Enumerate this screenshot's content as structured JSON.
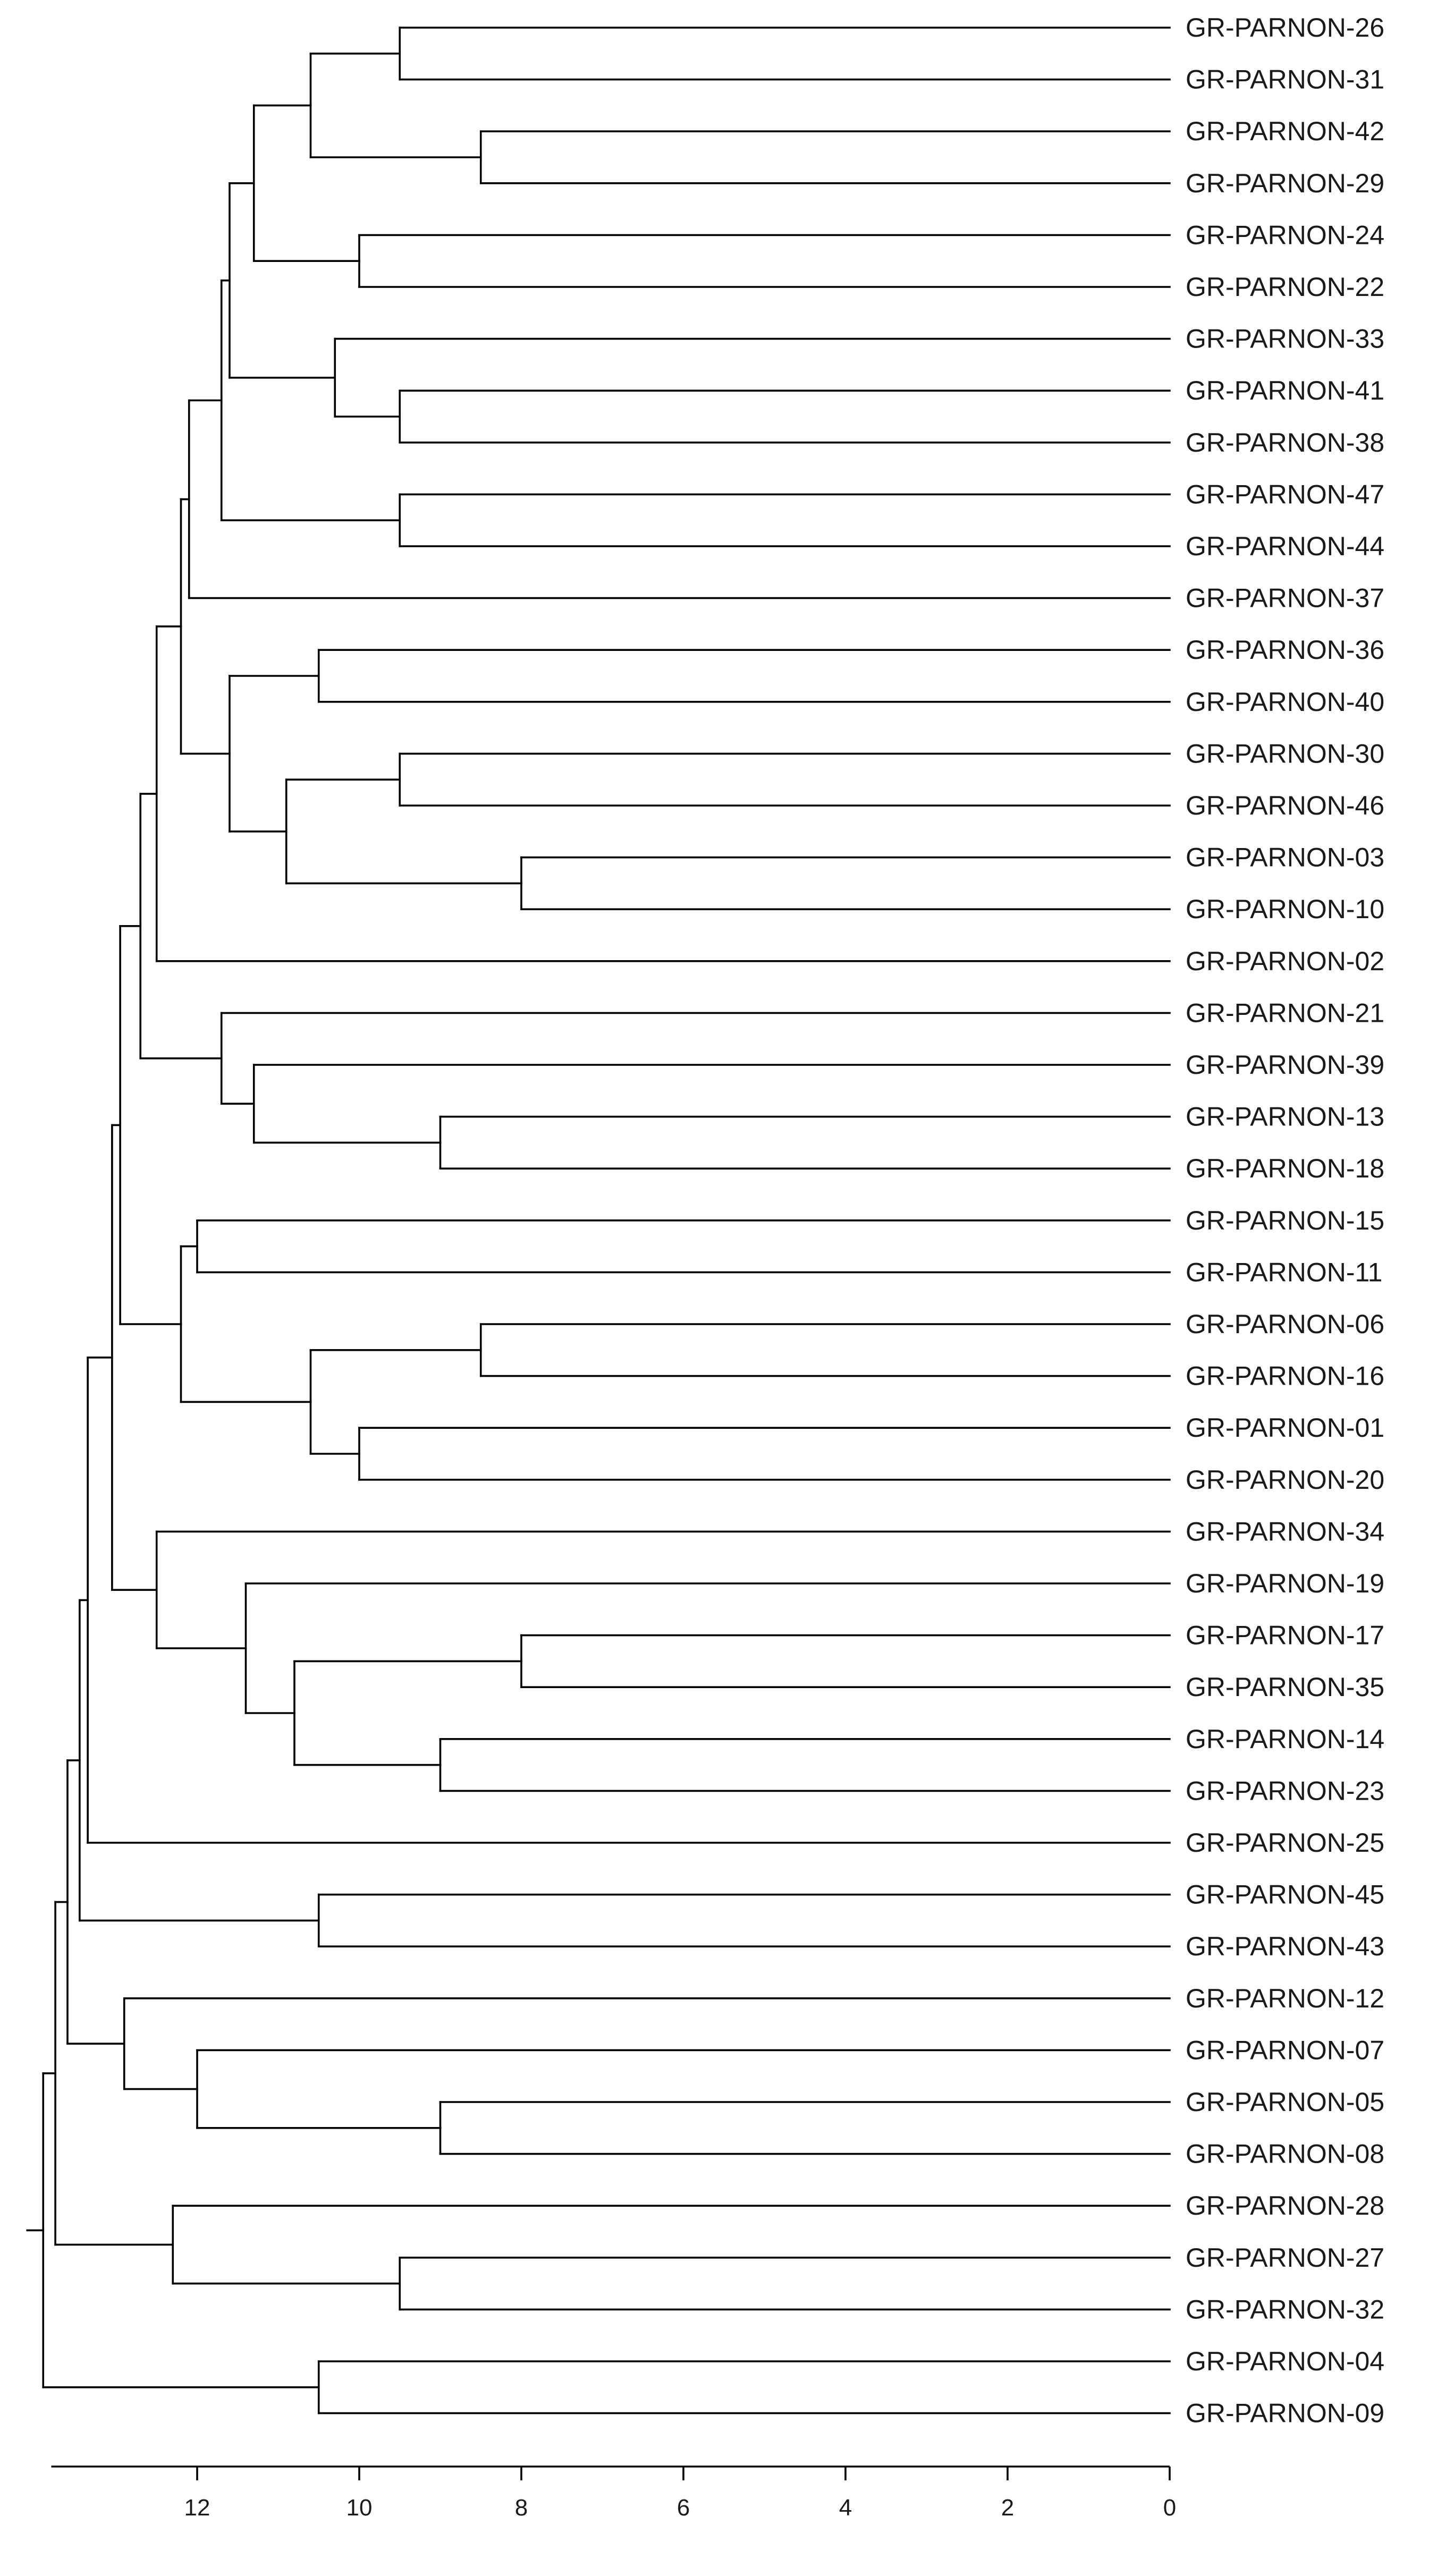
{
  "axis": {
    "min": 0,
    "max": 13.8,
    "ticks": [
      12,
      10,
      8,
      6,
      4,
      2,
      0
    ],
    "tick_labels": [
      "12",
      "10",
      "8",
      "6",
      "4",
      "2",
      "0"
    ]
  },
  "leaves": [
    "GR-PARNON-26",
    "GR-PARNON-31",
    "GR-PARNON-42",
    "GR-PARNON-29",
    "GR-PARNON-24",
    "GR-PARNON-22",
    "GR-PARNON-33",
    "GR-PARNON-41",
    "GR-PARNON-38",
    "GR-PARNON-47",
    "GR-PARNON-44",
    "GR-PARNON-37",
    "GR-PARNON-36",
    "GR-PARNON-40",
    "GR-PARNON-30",
    "GR-PARNON-46",
    "GR-PARNON-03",
    "GR-PARNON-10",
    "GR-PARNON-02",
    "GR-PARNON-21",
    "GR-PARNON-39",
    "GR-PARNON-13",
    "GR-PARNON-18",
    "GR-PARNON-15",
    "GR-PARNON-11",
    "GR-PARNON-06",
    "GR-PARNON-16",
    "GR-PARNON-01",
    "GR-PARNON-20",
    "GR-PARNON-34",
    "GR-PARNON-19",
    "GR-PARNON-17",
    "GR-PARNON-35",
    "GR-PARNON-14",
    "GR-PARNON-23",
    "GR-PARNON-25",
    "GR-PARNON-45",
    "GR-PARNON-43",
    "GR-PARNON-12",
    "GR-PARNON-07",
    "GR-PARNON-05",
    "GR-PARNON-08",
    "GR-PARNON-28",
    "GR-PARNON-27",
    "GR-PARNON-32",
    "GR-PARNON-04",
    "GR-PARNON-09"
  ],
  "tree": {
    "h": 13.9,
    "c": [
      {
        "h": 13.75,
        "c": [
          {
            "h": 13.6,
            "c": [
              {
                "h": 13.45,
                "c": [
                  {
                    "h": 13.35,
                    "c": [
                      {
                        "h": 13.05,
                        "c": [
                          {
                            "h": 12.95,
                            "c": [
                              {
                                "h": 12.7,
                                "c": [
                                  {
                                    "h": 12.5,
                                    "c": [
                                      {
                                        "h": 12.2,
                                        "c": [
                                          {
                                            "h": 12.1,
                                            "c": [
                                              {
                                                "h": 11.7,
                                                "c": [
                                                  {
                                                    "h": 11.6,
                                                    "c": [
                                                      {
                                                        "h": 11.3,
                                                        "c": [
                                                          {
                                                            "h": 10.6,
                                                            "c": [
                                                              {
                                                                "h": 9.5,
                                                                "c": [
                                                                  {
                                                                    "l": 0
                                                                  },
                                                                  {
                                                                    "l": 1
                                                                  }
                                                                ]
                                                              },
                                                              {
                                                                "h": 8.5,
                                                                "c": [
                                                                  {
                                                                    "l": 2
                                                                  },
                                                                  {
                                                                    "l": 3
                                                                  }
                                                                ]
                                                              }
                                                            ]
                                                          },
                                                          {
                                                            "h": 10.0,
                                                            "c": [
                                                              {
                                                                "l": 4
                                                              },
                                                              {
                                                                "l": 5
                                                              }
                                                            ]
                                                          }
                                                        ]
                                                      },
                                                      {
                                                        "h": 10.3,
                                                        "c": [
                                                          {
                                                            "l": 6
                                                          },
                                                          {
                                                            "h": 9.5,
                                                            "c": [
                                                              {
                                                                "l": 7
                                                              },
                                                              {
                                                                "l": 8
                                                              }
                                                            ]
                                                          }
                                                        ]
                                                      }
                                                    ]
                                                  },
                                                  {
                                                    "h": 9.5,
                                                    "c": [
                                                      {
                                                        "l": 9
                                                      },
                                                      {
                                                        "l": 10
                                                      }
                                                    ]
                                                  }
                                                ]
                                              },
                                              {
                                                "l": 11
                                              }
                                            ]
                                          },
                                          {
                                            "h": 11.6,
                                            "c": [
                                              {
                                                "h": 10.5,
                                                "c": [
                                                  {
                                                    "l": 12
                                                  },
                                                  {
                                                    "l": 13
                                                  }
                                                ]
                                              },
                                              {
                                                "h": 10.9,
                                                "c": [
                                                  {
                                                    "h": 9.5,
                                                    "c": [
                                                      {
                                                        "l": 14
                                                      },
                                                      {
                                                        "l": 15
                                                      }
                                                    ]
                                                  },
                                                  {
                                                    "h": 8.0,
                                                    "c": [
                                                      {
                                                        "l": 16
                                                      },
                                                      {
                                                        "l": 17
                                                      }
                                                    ]
                                                  }
                                                ]
                                              }
                                            ]
                                          }
                                        ]
                                      },
                                      {
                                        "l": 18
                                      }
                                    ]
                                  },
                                  {
                                    "h": 11.7,
                                    "c": [
                                      {
                                        "l": 19
                                      },
                                      {
                                        "h": 11.3,
                                        "c": [
                                          {
                                            "l": 20
                                          },
                                          {
                                            "h": 9.0,
                                            "c": [
                                              {
                                                "l": 21
                                              },
                                              {
                                                "l": 22
                                              }
                                            ]
                                          }
                                        ]
                                      }
                                    ]
                                  }
                                ]
                              },
                              {
                                "h": 12.2,
                                "c": [
                                  {
                                    "h": 12.0,
                                    "c": [
                                      {
                                        "l": 23
                                      },
                                      {
                                        "l": 24
                                      }
                                    ]
                                  },
                                  {
                                    "h": 10.6,
                                    "c": [
                                      {
                                        "h": 8.5,
                                        "c": [
                                          {
                                            "l": 25
                                          },
                                          {
                                            "l": 26
                                          }
                                        ]
                                      },
                                      {
                                        "h": 10.0,
                                        "c": [
                                          {
                                            "l": 27
                                          },
                                          {
                                            "l": 28
                                          }
                                        ]
                                      }
                                    ]
                                  }
                                ]
                              }
                            ]
                          },
                          {
                            "h": 12.5,
                            "c": [
                              {
                                "l": 29
                              },
                              {
                                "h": 11.4,
                                "c": [
                                  {
                                    "l": 30
                                  },
                                  {
                                    "h": 10.8,
                                    "c": [
                                      {
                                        "h": 8.0,
                                        "c": [
                                          {
                                            "l": 31
                                          },
                                          {
                                            "l": 32
                                          }
                                        ]
                                      },
                                      {
                                        "h": 9.0,
                                        "c": [
                                          {
                                            "l": 33
                                          },
                                          {
                                            "l": 34
                                          }
                                        ]
                                      }
                                    ]
                                  }
                                ]
                              }
                            ]
                          }
                        ]
                      },
                      {
                        "l": 35
                      }
                    ]
                  },
                  {
                    "h": 10.5,
                    "c": [
                      {
                        "l": 36
                      },
                      {
                        "l": 37
                      }
                    ]
                  }
                ]
              },
              {
                "h": 12.9,
                "c": [
                  {
                    "l": 38
                  },
                  {
                    "h": 12.0,
                    "c": [
                      {
                        "l": 39
                      },
                      {
                        "h": 9.0,
                        "c": [
                          {
                            "l": 40
                          },
                          {
                            "l": 41
                          }
                        ]
                      }
                    ]
                  }
                ]
              }
            ]
          },
          {
            "h": 12.3,
            "c": [
              {
                "l": 42
              },
              {
                "h": 9.5,
                "c": [
                  {
                    "l": 43
                  },
                  {
                    "l": 44
                  }
                ]
              }
            ]
          }
        ]
      },
      {
        "h": 10.5,
        "c": [
          {
            "l": 45
          },
          {
            "l": 46
          }
        ]
      }
    ]
  }
}
